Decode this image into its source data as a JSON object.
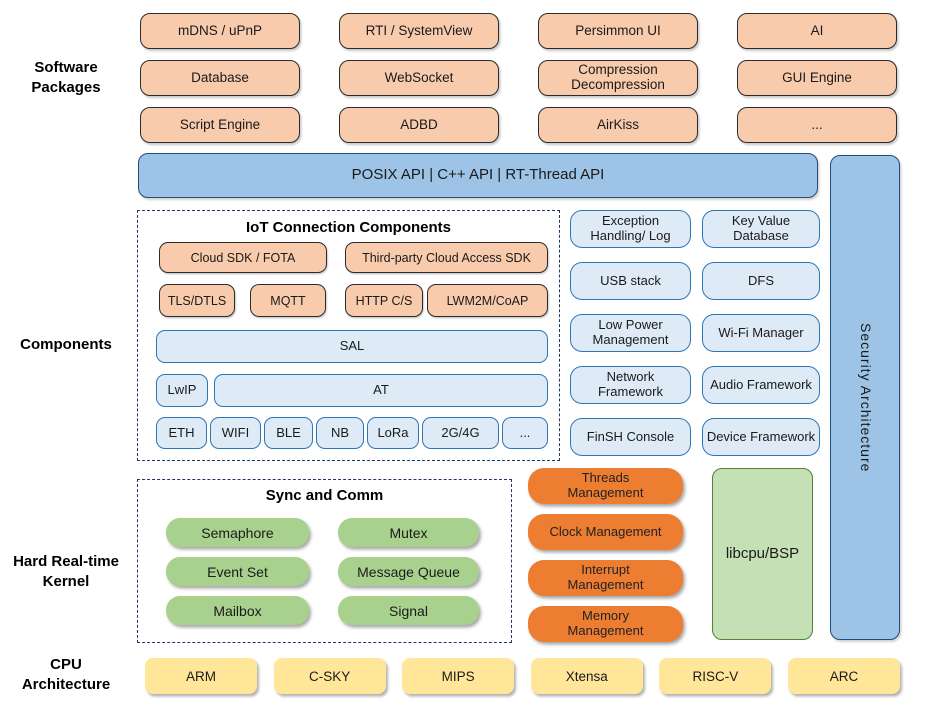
{
  "side_labels": {
    "software": "Software\nPackages",
    "components": "Components",
    "kernel": "Hard Real-time\nKernel",
    "cpu": "CPU\nArchitecture"
  },
  "software_packages": {
    "boxes": [
      "mDNS / uPnP",
      "RTI / SystemView",
      "Persimmon UI",
      "AI",
      "Database",
      "WebSocket",
      "Compression\nDecompression",
      "GUI Engine",
      "Script Engine",
      "ADBD",
      "AirKiss",
      "..."
    ]
  },
  "api_bar": {
    "label": "POSIX API | C++ API | RT-Thread API"
  },
  "security_bar": {
    "label": "Security Architecture"
  },
  "iot": {
    "title": "IoT Connection Components",
    "sdk_boxes": [
      "Cloud SDK / FOTA",
      "Third-party Cloud Access SDK"
    ],
    "protocol_boxes": [
      "TLS/DTLS",
      "MQTT",
      "HTTP C/S",
      "LWM2M/CoAP"
    ],
    "sal": "SAL",
    "lwip": "LwIP",
    "at": "AT",
    "link_boxes": [
      "ETH",
      "WIFI",
      "BLE",
      "NB",
      "LoRa",
      "2G/4G",
      "..."
    ]
  },
  "components_grid": {
    "boxes": [
      "Exception Handling/ Log",
      "Key Value Database",
      "USB stack",
      "DFS",
      "Low Power Management",
      "Wi-Fi Manager",
      "Network Framework",
      "Audio Framework",
      "FinSH Console",
      "Device Framework"
    ]
  },
  "kernel": {
    "sync_title": "Sync and Comm",
    "sync_boxes": [
      "Semaphore",
      "Mutex",
      "Event Set",
      "Message Queue",
      "Mailbox",
      "Signal"
    ],
    "mgmt_boxes": [
      "Threads\nManagement",
      "Clock Management",
      "Interrupt\nManagement",
      "Memory\nManagement"
    ],
    "libcpu_label": "libcpu/BSP"
  },
  "cpu_row": {
    "boxes": [
      "ARM",
      "C-SKY",
      "MIPS",
      "Xtensa",
      "RISC-V",
      "ARC"
    ]
  },
  "colors": {
    "peach": "#F8CBAD",
    "blue": "#9DC3E6",
    "light_blue": "#DEEBF7",
    "navy_border": "#1F4E79",
    "dash_navy": "#1F3864",
    "green": "#A9D18E",
    "light_green": "#C5E0B4",
    "orange": "#ED7D31",
    "yellow": "#FFE699"
  }
}
